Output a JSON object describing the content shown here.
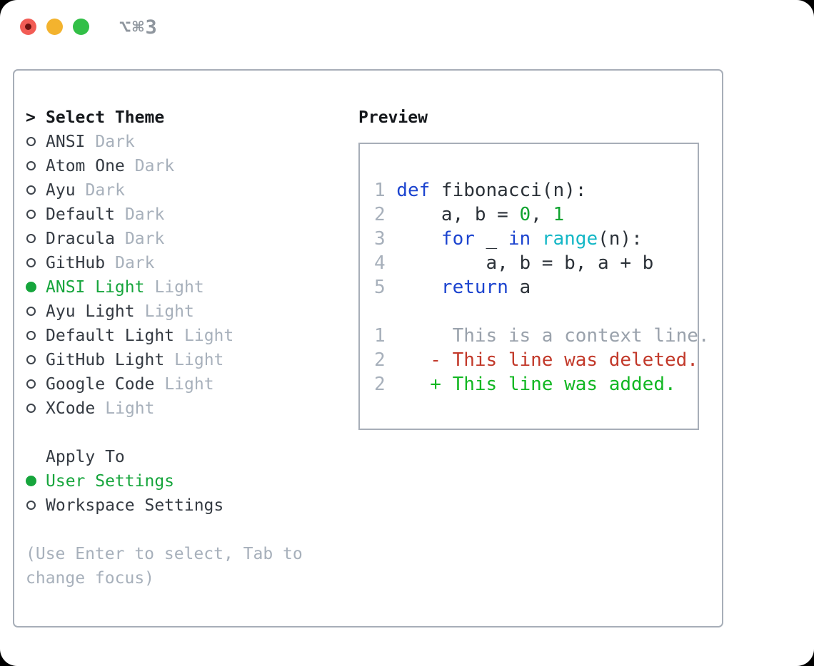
{
  "window": {
    "shortcut": "⌥⌘3"
  },
  "colors": {
    "accent_green": "#16a53c",
    "added_green": "#12b722",
    "deleted_red": "#c2392a",
    "keyword_blue": "#1c44cf",
    "builtin_cyan": "#14b7c6",
    "number_green": "#0fa32f",
    "muted_gray": "#a7b0bb",
    "text_dark": "#343a42",
    "panel_border": "#a7aeb8",
    "traffic_red": "#f25c55",
    "traffic_yellow": "#f3b32e",
    "traffic_green": "#32bf47"
  },
  "theme_list": {
    "prompt": ">",
    "title": "Select Theme",
    "items": [
      {
        "name": "ANSI",
        "variant": "Dark",
        "selected": false
      },
      {
        "name": "Atom One",
        "variant": "Dark",
        "selected": false
      },
      {
        "name": "Ayu",
        "variant": "Dark",
        "selected": false
      },
      {
        "name": "Default",
        "variant": "Dark",
        "selected": false
      },
      {
        "name": "Dracula",
        "variant": "Dark",
        "selected": false
      },
      {
        "name": "GitHub",
        "variant": "Dark",
        "selected": false
      },
      {
        "name": "ANSI Light",
        "variant": "Light",
        "selected": true
      },
      {
        "name": "Ayu Light",
        "variant": "Light",
        "selected": false
      },
      {
        "name": "Default Light",
        "variant": "Light",
        "selected": false
      },
      {
        "name": "GitHub Light",
        "variant": "Light",
        "selected": false
      },
      {
        "name": "Google Code",
        "variant": "Light",
        "selected": false
      },
      {
        "name": "XCode",
        "variant": "Light",
        "selected": false
      }
    ]
  },
  "apply_to": {
    "title": "Apply To",
    "options": [
      {
        "label": "User Settings",
        "selected": true
      },
      {
        "label": "Workspace Settings",
        "selected": false
      }
    ]
  },
  "help_text": "(Use Enter to select, Tab to change focus)",
  "preview": {
    "title": "Preview",
    "code": [
      {
        "num": "1",
        "tokens": [
          {
            "text": "def",
            "type": "keyword"
          },
          {
            "text": " fibonacci(n):",
            "type": "plain"
          }
        ]
      },
      {
        "num": "2",
        "tokens": [
          {
            "text": "    a, b = ",
            "type": "plain"
          },
          {
            "text": "0",
            "type": "number"
          },
          {
            "text": ", ",
            "type": "plain"
          },
          {
            "text": "1",
            "type": "number"
          }
        ]
      },
      {
        "num": "3",
        "tokens": [
          {
            "text": "    ",
            "type": "plain"
          },
          {
            "text": "for",
            "type": "keyword"
          },
          {
            "text": " _ ",
            "type": "plain"
          },
          {
            "text": "in",
            "type": "keyword"
          },
          {
            "text": " ",
            "type": "plain"
          },
          {
            "text": "range",
            "type": "builtin"
          },
          {
            "text": "(n):",
            "type": "plain"
          }
        ]
      },
      {
        "num": "4",
        "tokens": [
          {
            "text": "        a, b = b, a + b",
            "type": "plain"
          }
        ]
      },
      {
        "num": "5",
        "tokens": [
          {
            "text": "    ",
            "type": "plain"
          },
          {
            "text": "return",
            "type": "keyword"
          },
          {
            "text": " a",
            "type": "plain"
          }
        ]
      }
    ],
    "diff": [
      {
        "num": "1",
        "text": "     This is a context line.",
        "type": "context"
      },
      {
        "num": "2",
        "text": "   - This line was deleted.",
        "type": "deleted"
      },
      {
        "num": "2",
        "text": "   + This line was added.",
        "type": "added"
      }
    ]
  }
}
